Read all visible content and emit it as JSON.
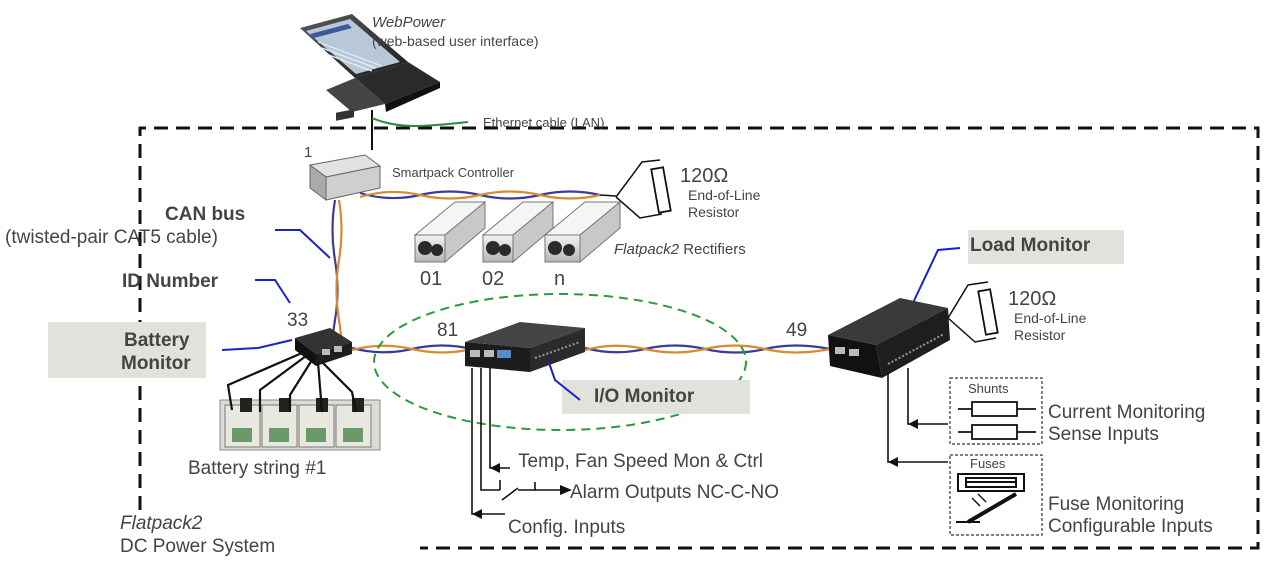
{
  "webpower": {
    "name": "WebPower",
    "desc": "(web-based user interface)"
  },
  "ethernet_label": "Ethernet cable (LAN)",
  "smartpack": {
    "id": "1",
    "label": "Smartpack Controller"
  },
  "top_resistor": {
    "value": "120Ω",
    "line1": "End-of-Line",
    "line2": "Resistor"
  },
  "can_bus": {
    "title": "CAN bus",
    "subtitle": "(twisted-pair CAT5 cable)"
  },
  "rectifiers": {
    "name": "Flatpack2",
    "suffix": " Rectifiers",
    "ids": [
      "01",
      "02",
      "n"
    ]
  },
  "id_number_label": "ID Number",
  "battery_monitor": {
    "id": "33",
    "line1": "Battery",
    "line2": "Monitor"
  },
  "battery_string_label": "Battery string #1",
  "io_monitor": {
    "id": "81",
    "label": "I/O Monitor"
  },
  "io_outputs": {
    "temp": "Temp, Fan Speed Mon & Ctrl",
    "alarm": "Alarm Outputs NC-C-NO",
    "config": "Config. Inputs"
  },
  "load_monitor": {
    "id": "49",
    "label": "Load Monitor"
  },
  "load_resistor": {
    "value": "120Ω",
    "line1": "End-of-Line",
    "line2": "Resistor"
  },
  "shunts": {
    "box_label": "Shunts",
    "line1": "Current Monitoring",
    "line2": "Sense Inputs"
  },
  "fuses": {
    "box_label": "Fuses",
    "line1": "Fuse Monitoring",
    "line2": "Configurable Inputs"
  },
  "system": {
    "name": "Flatpack2",
    "desc": "DC Power System"
  },
  "colors": {
    "label_bg": "#e1e2dc",
    "callout_line": "#1a22c8",
    "io_ellipse": "#2a9a40",
    "ethernet": "#2a8a40",
    "cable_a": "#3b3b9a",
    "cable_b": "#d88a30"
  }
}
